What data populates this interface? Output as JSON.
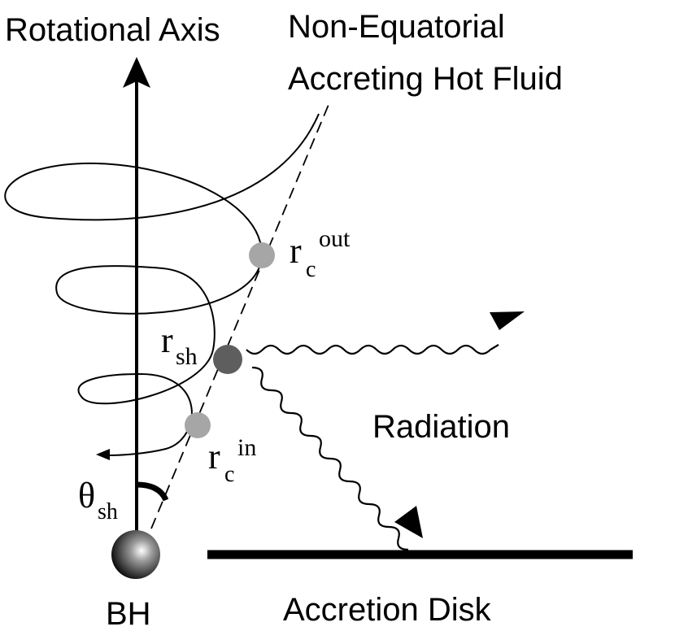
{
  "labels": {
    "axis": "Rotational Axis",
    "fluid_line1": "Non-Equatorial",
    "fluid_line2": "Accreting Hot Fluid",
    "radiation": "Radiation",
    "disk": "Accretion Disk",
    "bh": "BH",
    "rc_out_base": "r",
    "rc_out_sub": "c",
    "rc_out_sup": "out",
    "rsh_base": "r",
    "rsh_sub": "sh",
    "rc_in_base": "r",
    "rc_in_sub": "c",
    "rc_in_sup": "in",
    "theta_base": "θ",
    "theta_sub": "sh"
  },
  "colors": {
    "ink": "#000000",
    "critical_point": "#a6a6a6",
    "shock_point": "#5e5e5e"
  }
}
